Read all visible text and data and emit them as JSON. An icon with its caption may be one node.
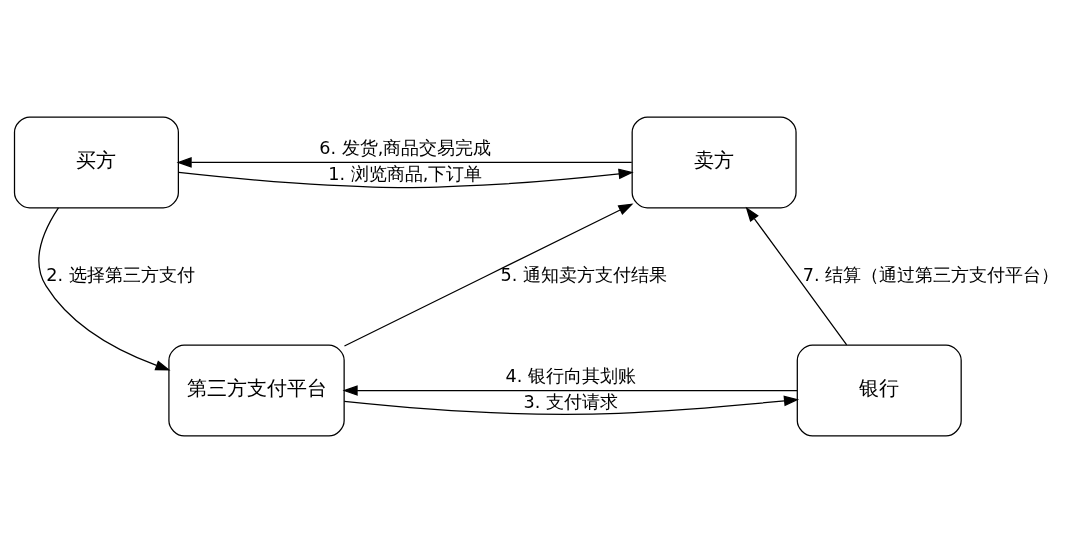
{
  "diagram": {
    "nodes": [
      {
        "text": [
          "买方"
        ]
      },
      {
        "text": [
          "卖方"
        ]
      },
      {
        "text": [
          "第三方支付平台"
        ]
      },
      {
        "text": [
          "银行"
        ]
      }
    ],
    "edges": [
      {
        "from": 0,
        "to": 1,
        "arrow": "to",
        "label": "1. 浏览商品,下订单"
      },
      {
        "from": 1,
        "to": 0,
        "arrow": "to",
        "label": "6. 发货,商品交易完成"
      },
      {
        "from": 0,
        "to": 2,
        "arrow": "to",
        "label": "2. 选择第三方支付"
      },
      {
        "from": 2,
        "to": 1,
        "arrow": "to",
        "label": "5. 通知卖方支付结果"
      },
      {
        "from": 2,
        "to": 3,
        "arrow": "to",
        "label": "3. 支付请求"
      },
      {
        "from": 3,
        "to": 2,
        "arrow": "to",
        "label": "4. 银行向其划账"
      },
      {
        "from": 3,
        "to": 1,
        "arrow": "to",
        "label": "7. 结算（通过第三方支付平台）"
      }
    ]
  }
}
